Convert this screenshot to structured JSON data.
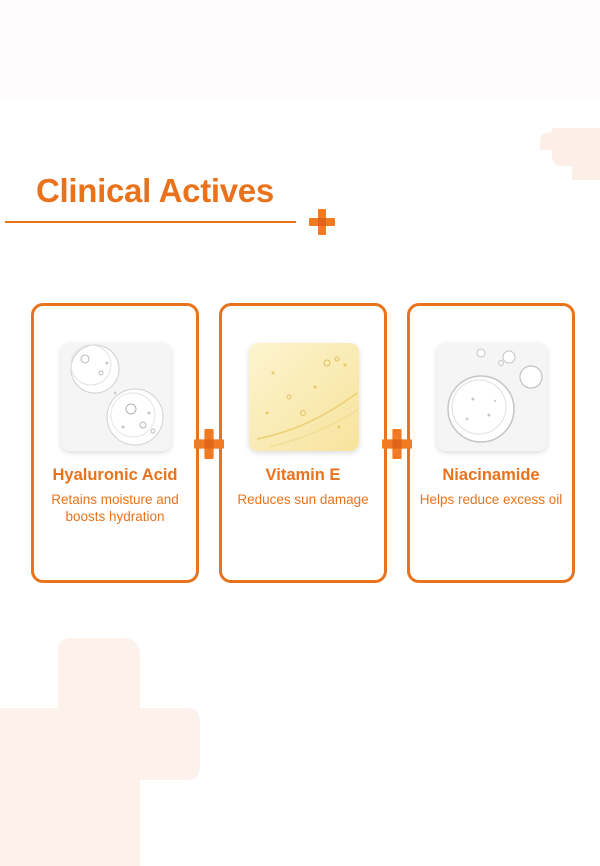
{
  "section": {
    "title": "Clinical Actives"
  },
  "actives": [
    {
      "name": "Hyaluronic Acid",
      "description": "Retains moisture and boosts hydration",
      "image": "hyaluronic-acid-drops"
    },
    {
      "name": "Vitamin E",
      "description": "Reduces sun damage",
      "image": "vitamin-e-oil"
    },
    {
      "name": "Niacinamide",
      "description": "Helps reduce excess oil",
      "image": "niacinamide-bubbles"
    }
  ],
  "colors": {
    "accent": "#e8731c",
    "accent_light": "#fbe3d6",
    "image_bg": "#f4f4f4"
  }
}
